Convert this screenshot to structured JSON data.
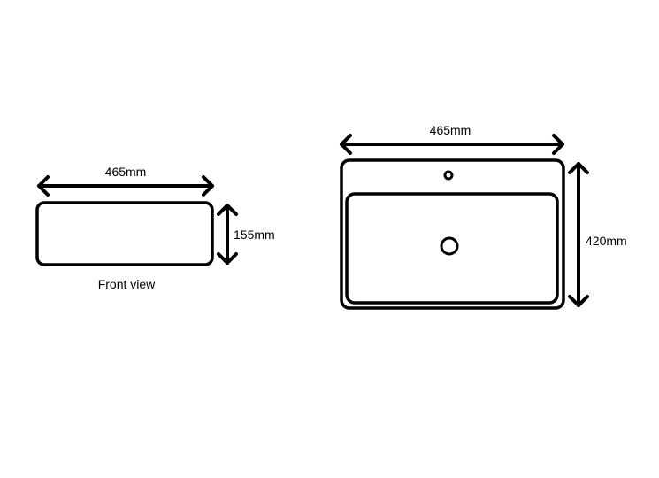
{
  "front_view": {
    "width_label": "465mm",
    "height_label": "155mm",
    "caption": "Front view"
  },
  "top_view": {
    "width_label": "465mm",
    "depth_label": "420mm"
  },
  "colors": {
    "stroke": "#000000",
    "background": "#ffffff"
  }
}
